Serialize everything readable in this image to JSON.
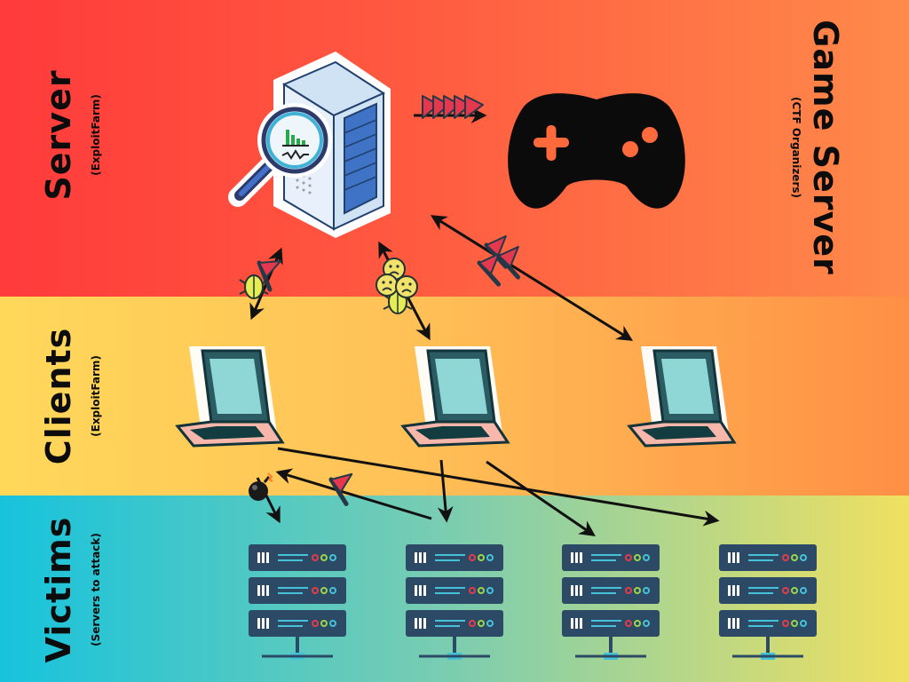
{
  "sections": {
    "server": {
      "title": "Server",
      "subtitle": "(ExploitFarm)"
    },
    "game_server": {
      "title": "Game Server",
      "subtitle": "(CTF Organizers)"
    },
    "clients": {
      "title": "Clients",
      "subtitle": "(ExploitFarm)"
    },
    "victims": {
      "title": "Victims",
      "subtitle": "(Servers to attack)"
    }
  },
  "icons": {
    "server_main": "server-rack-icon",
    "magnifier": "magnifier-chart-icon",
    "game_server": "gamepad-icon",
    "clients": [
      "laptop-icon",
      "laptop-icon",
      "laptop-icon"
    ],
    "victims": [
      "server-stack-icon",
      "server-stack-icon",
      "server-stack-icon",
      "server-stack-icon"
    ],
    "markers": [
      "flag-icon",
      "bug-icon",
      "sad-face-icon",
      "bomb-icon"
    ]
  },
  "colors": {
    "server_band": "#ff4a3d",
    "clients_band": "#ffc75a",
    "victims_band": "#17c3dc",
    "flag": "#e5384f",
    "server_panel": "#2c4a66"
  }
}
